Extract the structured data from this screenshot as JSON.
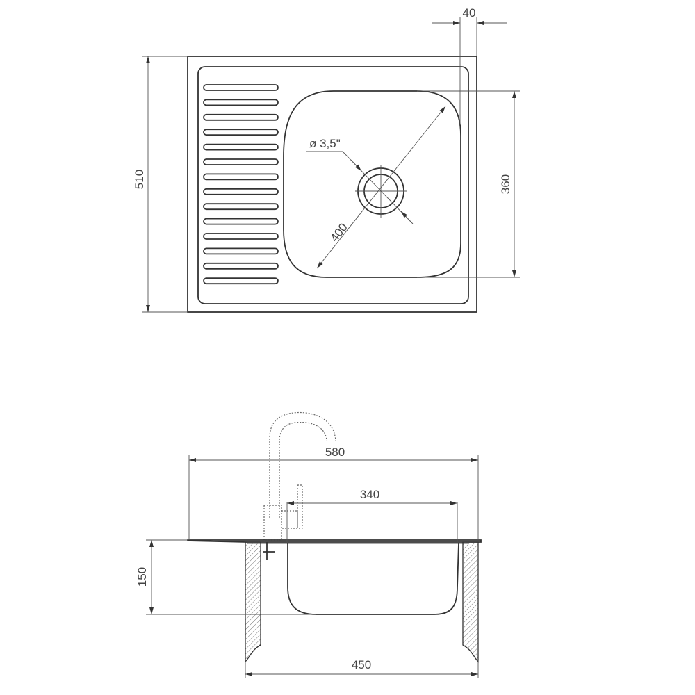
{
  "title": "Kitchen sink dimension drawing",
  "top_view": {
    "dims": {
      "overall_depth": "510",
      "bowl_depth": "360",
      "rim_offset": "40",
      "bowl_diagonal": "400",
      "drain_diameter": "ø 3,5\""
    }
  },
  "side_view": {
    "dims": {
      "overall_width": "580",
      "bowl_width": "340",
      "bowl_height": "150",
      "cabinet_width": "450"
    }
  },
  "colors": {
    "line": "#333333",
    "text": "#444444"
  }
}
